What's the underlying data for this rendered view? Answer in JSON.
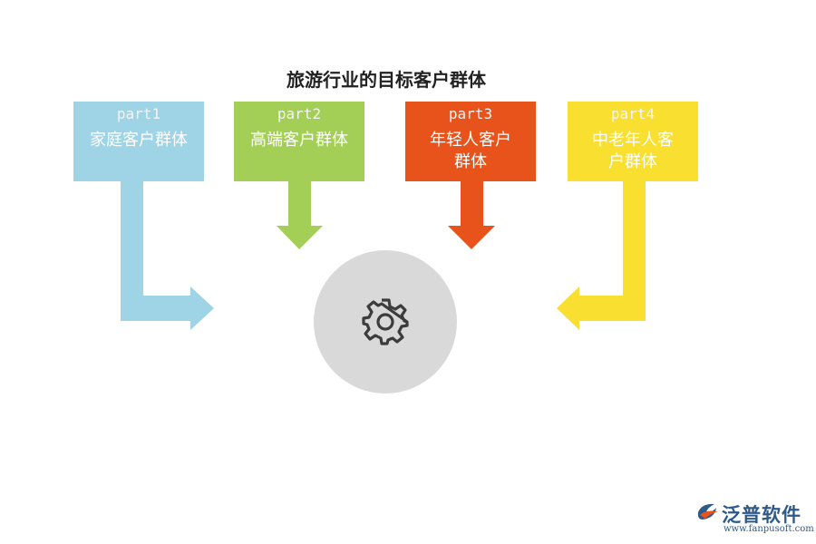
{
  "title": "旅游行业的目标客户群体",
  "parts": [
    {
      "tag": "part1",
      "label": "家庭客户群体",
      "color": "#9fd3e6"
    },
    {
      "tag": "part2",
      "label": "高端客户群体",
      "color": "#a4cf56"
    },
    {
      "tag": "part3",
      "label": "年轻人客户群体",
      "color": "#e8531b"
    },
    {
      "tag": "part4",
      "label": "中老年人客户群体",
      "color": "#f9df2f"
    }
  ],
  "hub": {
    "icon": "gear-icon",
    "color": "#d9d9d9"
  },
  "logo": {
    "brand": "泛普软件",
    "url": "www.fanpusoft.com",
    "icon": "fanpu-logo-icon"
  }
}
